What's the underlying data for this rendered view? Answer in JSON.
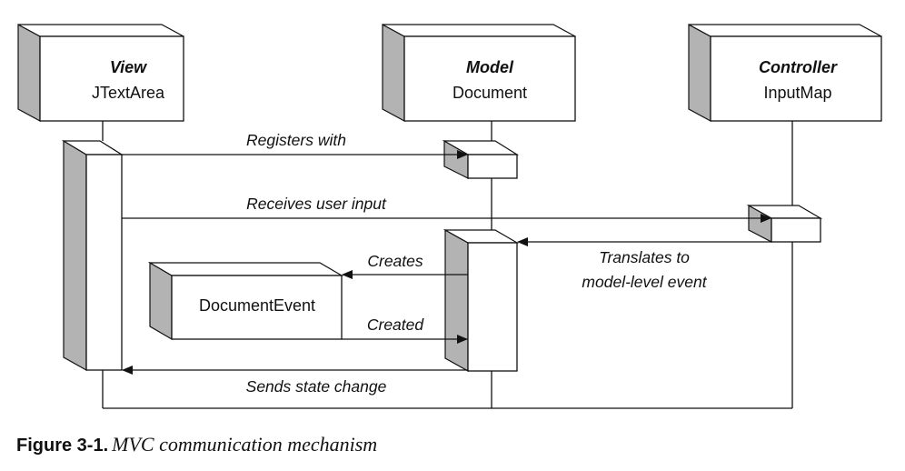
{
  "participants": [
    {
      "role": "View",
      "class": "JTextArea"
    },
    {
      "role": "Model",
      "class": "Document"
    },
    {
      "role": "Controller",
      "class": "InputMap"
    }
  ],
  "created_object": "DocumentEvent",
  "messages": {
    "registers_with": "Registers with",
    "receives_user_input": "Receives user input",
    "translates_line1": "Translates to",
    "translates_line2": "model-level event",
    "creates": "Creates",
    "created": "Created",
    "sends_state_change": "Sends state change"
  },
  "caption": {
    "label": "Figure 3-1.",
    "title": "MVC communication mechanism"
  },
  "colors": {
    "line": "#111111",
    "box_side": "#b3b3b3",
    "box_face": "#ffffff"
  }
}
